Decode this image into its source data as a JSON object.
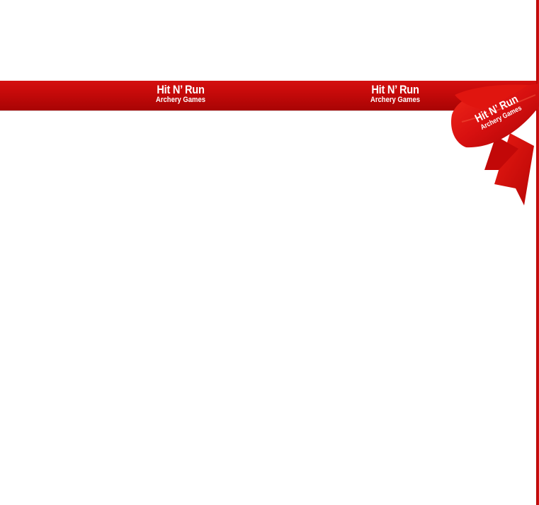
{
  "ribbon": {
    "labels": [
      {
        "title": "Hit N’ Run",
        "subtitle": "Archery Games"
      },
      {
        "title": "Hit N’ Run",
        "subtitle": "Archery Games"
      }
    ],
    "color": "#c80a0a"
  },
  "bow": {
    "title": "Hit N’ Run",
    "subtitle": "Archery Games",
    "icon": "gift-bow-icon"
  }
}
